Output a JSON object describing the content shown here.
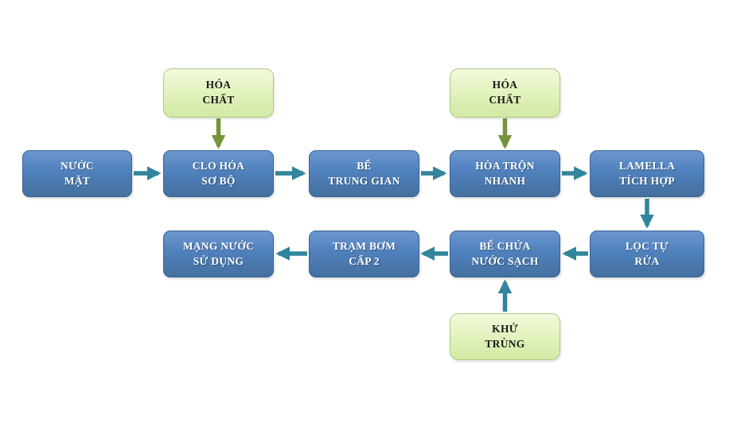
{
  "diagram": {
    "title": "Water treatment process flow",
    "nodes": {
      "nuoc_mat": {
        "label": "NƯỚC\nMẶT",
        "type": "process"
      },
      "hoa_chat_left": {
        "label": "HÓA\nCHẤT",
        "type": "chemical"
      },
      "hoa_chat_right": {
        "label": "HÓA\nCHẤT",
        "type": "chemical"
      },
      "clo_hoa_so_bo": {
        "label": "CLO HÓA\nSƠ BỘ",
        "type": "process"
      },
      "be_trung_gian": {
        "label": "BỂ\nTRUNG GIAN",
        "type": "process"
      },
      "hoa_tron_nhanh": {
        "label": "HÒA TRỘN\nNHANH",
        "type": "process"
      },
      "lamella_tich_hop": {
        "label": "LAMELLA\nTÍCH HỢP",
        "type": "process"
      },
      "loc_tu_rua": {
        "label": "LỌC TỰ\nRỬA",
        "type": "process"
      },
      "be_chua_nuoc_sach": {
        "label": "BỂ CHỨA\nNƯỚC SẠCH",
        "type": "process"
      },
      "tram_bom_cap_2": {
        "label": "TRẠM BƠM\nCẤP 2",
        "type": "process"
      },
      "mang_nuoc_su_dung": {
        "label": "MẠNG NƯỚC\nSỬ DỤNG",
        "type": "process"
      },
      "khu_trung": {
        "label": "KHỬ\nTRÙNG",
        "type": "chemical"
      }
    },
    "edges": [
      {
        "from": "nuoc_mat",
        "to": "clo_hoa_so_bo",
        "kind": "flow"
      },
      {
        "from": "hoa_chat_left",
        "to": "clo_hoa_so_bo",
        "kind": "chemical"
      },
      {
        "from": "clo_hoa_so_bo",
        "to": "be_trung_gian",
        "kind": "flow"
      },
      {
        "from": "be_trung_gian",
        "to": "hoa_tron_nhanh",
        "kind": "flow"
      },
      {
        "from": "hoa_chat_right",
        "to": "hoa_tron_nhanh",
        "kind": "chemical"
      },
      {
        "from": "hoa_tron_nhanh",
        "to": "lamella_tich_hop",
        "kind": "flow"
      },
      {
        "from": "lamella_tich_hop",
        "to": "loc_tu_rua",
        "kind": "flow"
      },
      {
        "from": "loc_tu_rua",
        "to": "be_chua_nuoc_sach",
        "kind": "flow"
      },
      {
        "from": "be_chua_nuoc_sach",
        "to": "tram_bom_cap_2",
        "kind": "flow"
      },
      {
        "from": "tram_bom_cap_2",
        "to": "mang_nuoc_su_dung",
        "kind": "flow"
      },
      {
        "from": "khu_trung",
        "to": "be_chua_nuoc_sach",
        "kind": "chemical"
      }
    ]
  },
  "colors": {
    "process_fill": "#4f81bd",
    "process_border": "#3a6494",
    "chemical_fill": "#e2f2bd",
    "chemical_border": "#aec983",
    "flow_arrow": "#31859c",
    "chemical_arrow": "#77933c"
  }
}
